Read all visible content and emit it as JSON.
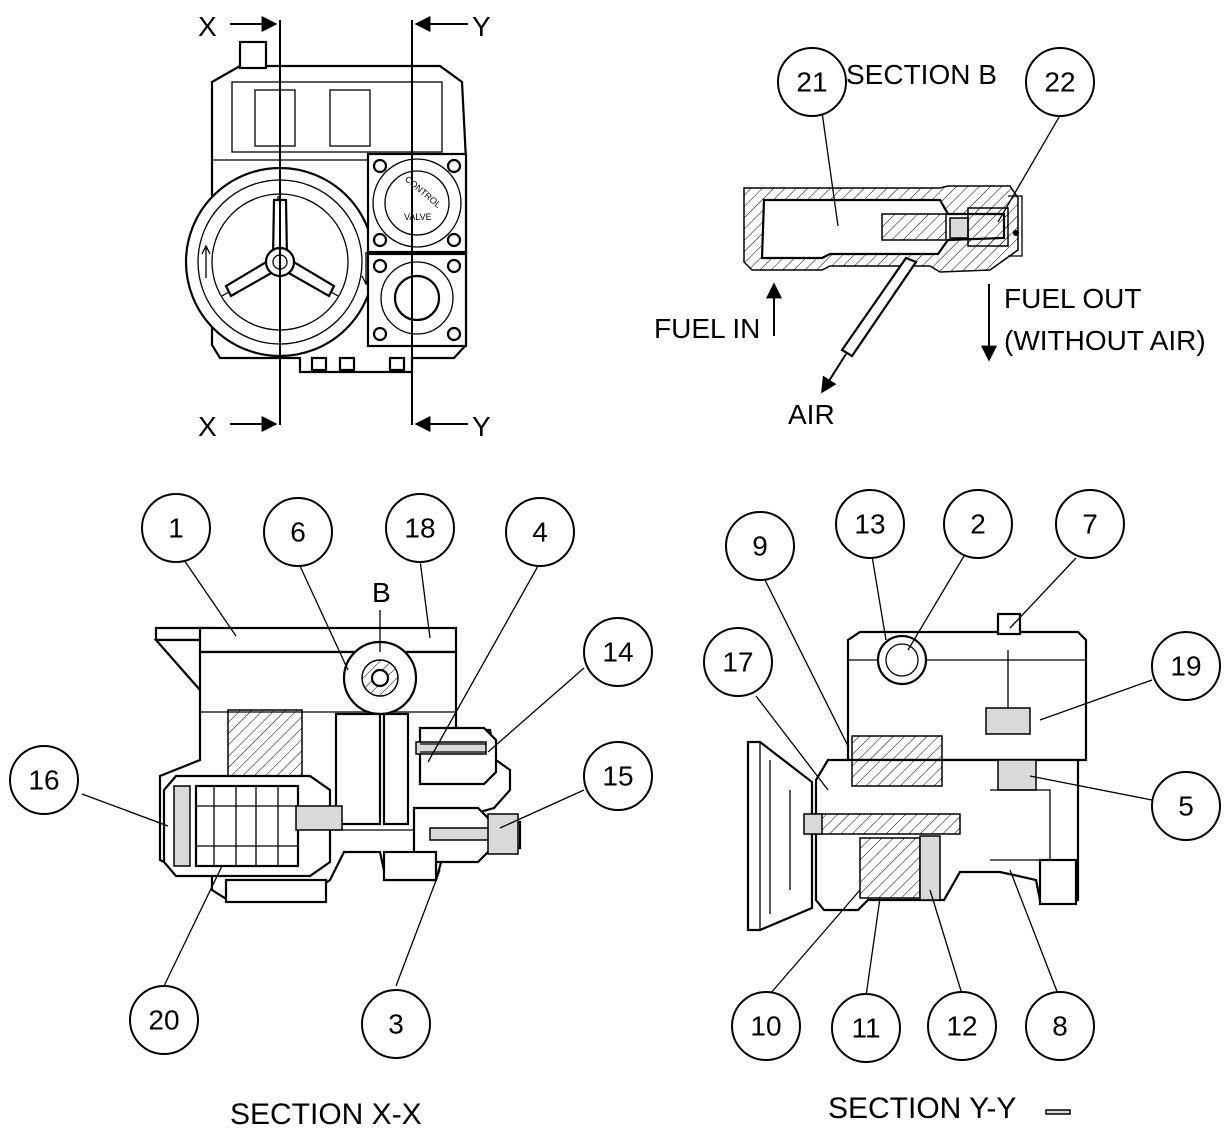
{
  "top_view": {
    "section_marks": {
      "x_top": "X",
      "x_bottom": "X",
      "y_top": "Y",
      "y_bottom": "Y"
    },
    "valve_text_1": "CONTROL",
    "valve_text_2": "VALVE"
  },
  "section_b": {
    "title": "SECTION B",
    "fuel_in": "FUEL IN",
    "fuel_out_1": "FUEL OUT",
    "fuel_out_2": "(WITHOUT AIR)",
    "air": "AIR",
    "callouts": [
      "21",
      "22"
    ]
  },
  "section_xx": {
    "caption": "SECTION X-X",
    "b_mark": "B",
    "callouts": [
      "1",
      "6",
      "18",
      "4",
      "14",
      "15",
      "16",
      "20",
      "3"
    ]
  },
  "section_yy": {
    "caption": "SECTION Y-Y",
    "callouts": [
      "9",
      "13",
      "2",
      "7",
      "17",
      "19",
      "5",
      "10",
      "11",
      "12",
      "8"
    ]
  }
}
